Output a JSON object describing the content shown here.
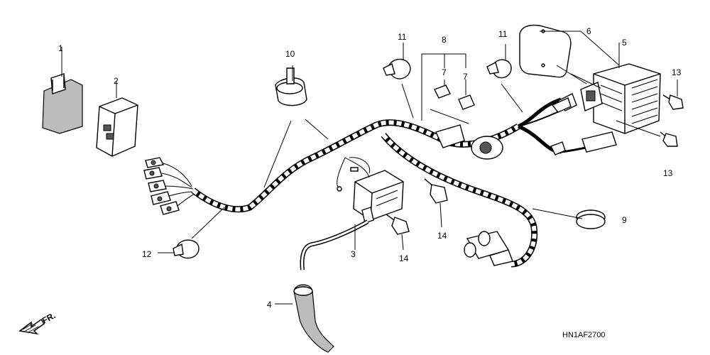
{
  "callouts": {
    "c1": "1",
    "c2": "2",
    "c3": "3",
    "c4": "4",
    "c5": "5",
    "c6": "6",
    "c7a": "7",
    "c7b": "7",
    "c8": "8",
    "c9": "9",
    "c10": "10",
    "c11a": "11",
    "c11b": "11",
    "c12": "12",
    "c13a": "13",
    "c13b": "13",
    "c14a": "14",
    "c14b": "14"
  },
  "diagram_code": "HN1AF2700",
  "direction_label": "FR.",
  "icons": {
    "front_arrow": "front-direction-arrow-icon"
  }
}
